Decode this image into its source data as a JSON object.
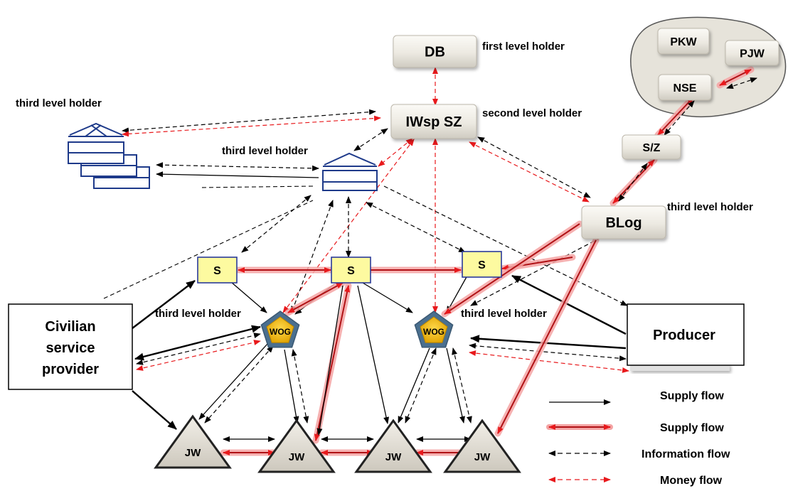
{
  "nodes": {
    "db": "DB",
    "iwsp": "IWsp SZ",
    "blog": "BLog",
    "sz": "S/Z",
    "pkw": "PKW",
    "pjw": "PJW",
    "nse": "NSE",
    "s": "S",
    "wog": "WOG",
    "jw": "JW",
    "civilian": [
      "Civilian",
      "service",
      "provider"
    ],
    "producer": "Producer"
  },
  "labels": {
    "first_level": "first level holder",
    "second_level": "second level holder",
    "third_level": "third level holder"
  },
  "legend": [
    {
      "style": "thin-black-solid",
      "label": "Supply flow"
    },
    {
      "style": "red-glow-solid",
      "label": "Supply flow"
    },
    {
      "style": "black-dashed",
      "label": "Information flow"
    },
    {
      "style": "red-dashed",
      "label": "Money flow"
    }
  ],
  "colors": {
    "red": "#e8191c",
    "glow": "#f4a3a3",
    "s_fill": "#fdfaa0",
    "s_stroke": "#2a3a9a",
    "wog_fill": "#f4b800",
    "wog_stroke": "#4a6f8f",
    "building": "#1e3a8a",
    "beige_box": "#ebe8e0",
    "cloud": "#e6e3da"
  }
}
